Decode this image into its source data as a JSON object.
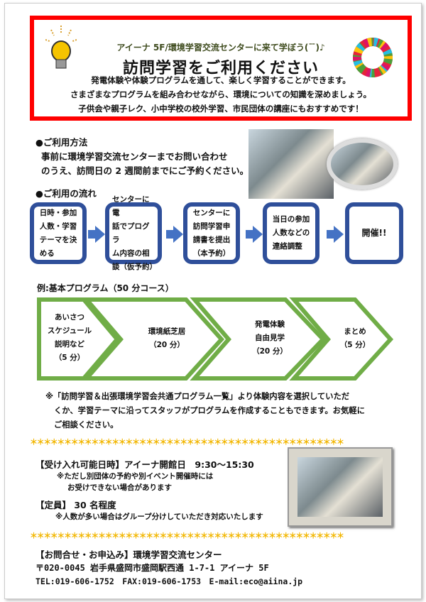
{
  "header": {
    "subtitle": "アイーナ 5F/環境学習交流センターに来て学ぼう(¯ ̄)♪",
    "title": "訪問学習をご利用ください",
    "intro": [
      "発電体験や体験プログラムを通して、楽しく学習することができます。",
      "さまざまなプログラムを組み合わせながら、環境についての知識を深めましょう。",
      "子供会や親子レク、小中学校の校外学習、市民団体の講座にもおすすめです！"
    ]
  },
  "usage": {
    "heading": "●ご利用方法",
    "lines": [
      "事前に環境学習交流センターまでお問い合わせ",
      "のうえ、訪問日の 2 週間前までにご予約ください。"
    ]
  },
  "flow": {
    "heading": "●ご利用の流れ",
    "steps": [
      "日時・参加\n人数・学習\nテーマを決\nめる",
      "センターに電\n話でプログラ\nム内容の相\n談（仮予約）",
      "センターに\n訪問学習申\n請書を提出\n（本予約）",
      "当日の参加\n人数などの\n連絡調整",
      "開催!!"
    ]
  },
  "program": {
    "heading": "例:基本プログラム（50 分コース）",
    "steps": [
      "あいさつ\nスケジュール\n説明など\n（5 分）",
      "環境紙芝居\n（20 分）",
      "発電体験\n自由見学\n（20 分）",
      "まとめ\n（5 分）"
    ],
    "note": [
      "※「訪問学習＆出張環境学習会共通プログラム一覧」より体験内容を選択していただ",
      "くか、学習テーマに沿ってスタッフがプログラムを作成することもできます。お気軽に",
      "ご相談ください。"
    ]
  },
  "stars": "＊＊＊＊＊＊＊＊＊＊＊＊＊＊＊＊＊＊＊＊＊＊＊＊＊＊＊＊＊＊＊＊＊＊＊＊＊＊＊＊＊＊＊＊＊＊",
  "accept": {
    "label": "【受け入れ可能日時】アイーナ開館日　9:30～15:30",
    "notes": [
      "※ただし別団体の予約や別イベント開催時には",
      "お受けできない場合があります"
    ]
  },
  "capacity": {
    "label": "【定員】 30 名程度",
    "note": "※人数が多い場合はグループ分けしていただき対応いたします"
  },
  "contact": {
    "label": "【お問合せ・お申込み】環境学習交流センター",
    "address": "〒020-0045 岩手県盛岡市盛岡駅西通 1-7-1 アイーナ 5F",
    "phones": "TEL:019-606-1752　FAX:019-606-1753　E-mail:eco@aiina.jp"
  },
  "colors": {
    "red": "#ff0000",
    "blue": "#2f4f9a",
    "green": "#70ad47",
    "star": "#f2b600"
  }
}
